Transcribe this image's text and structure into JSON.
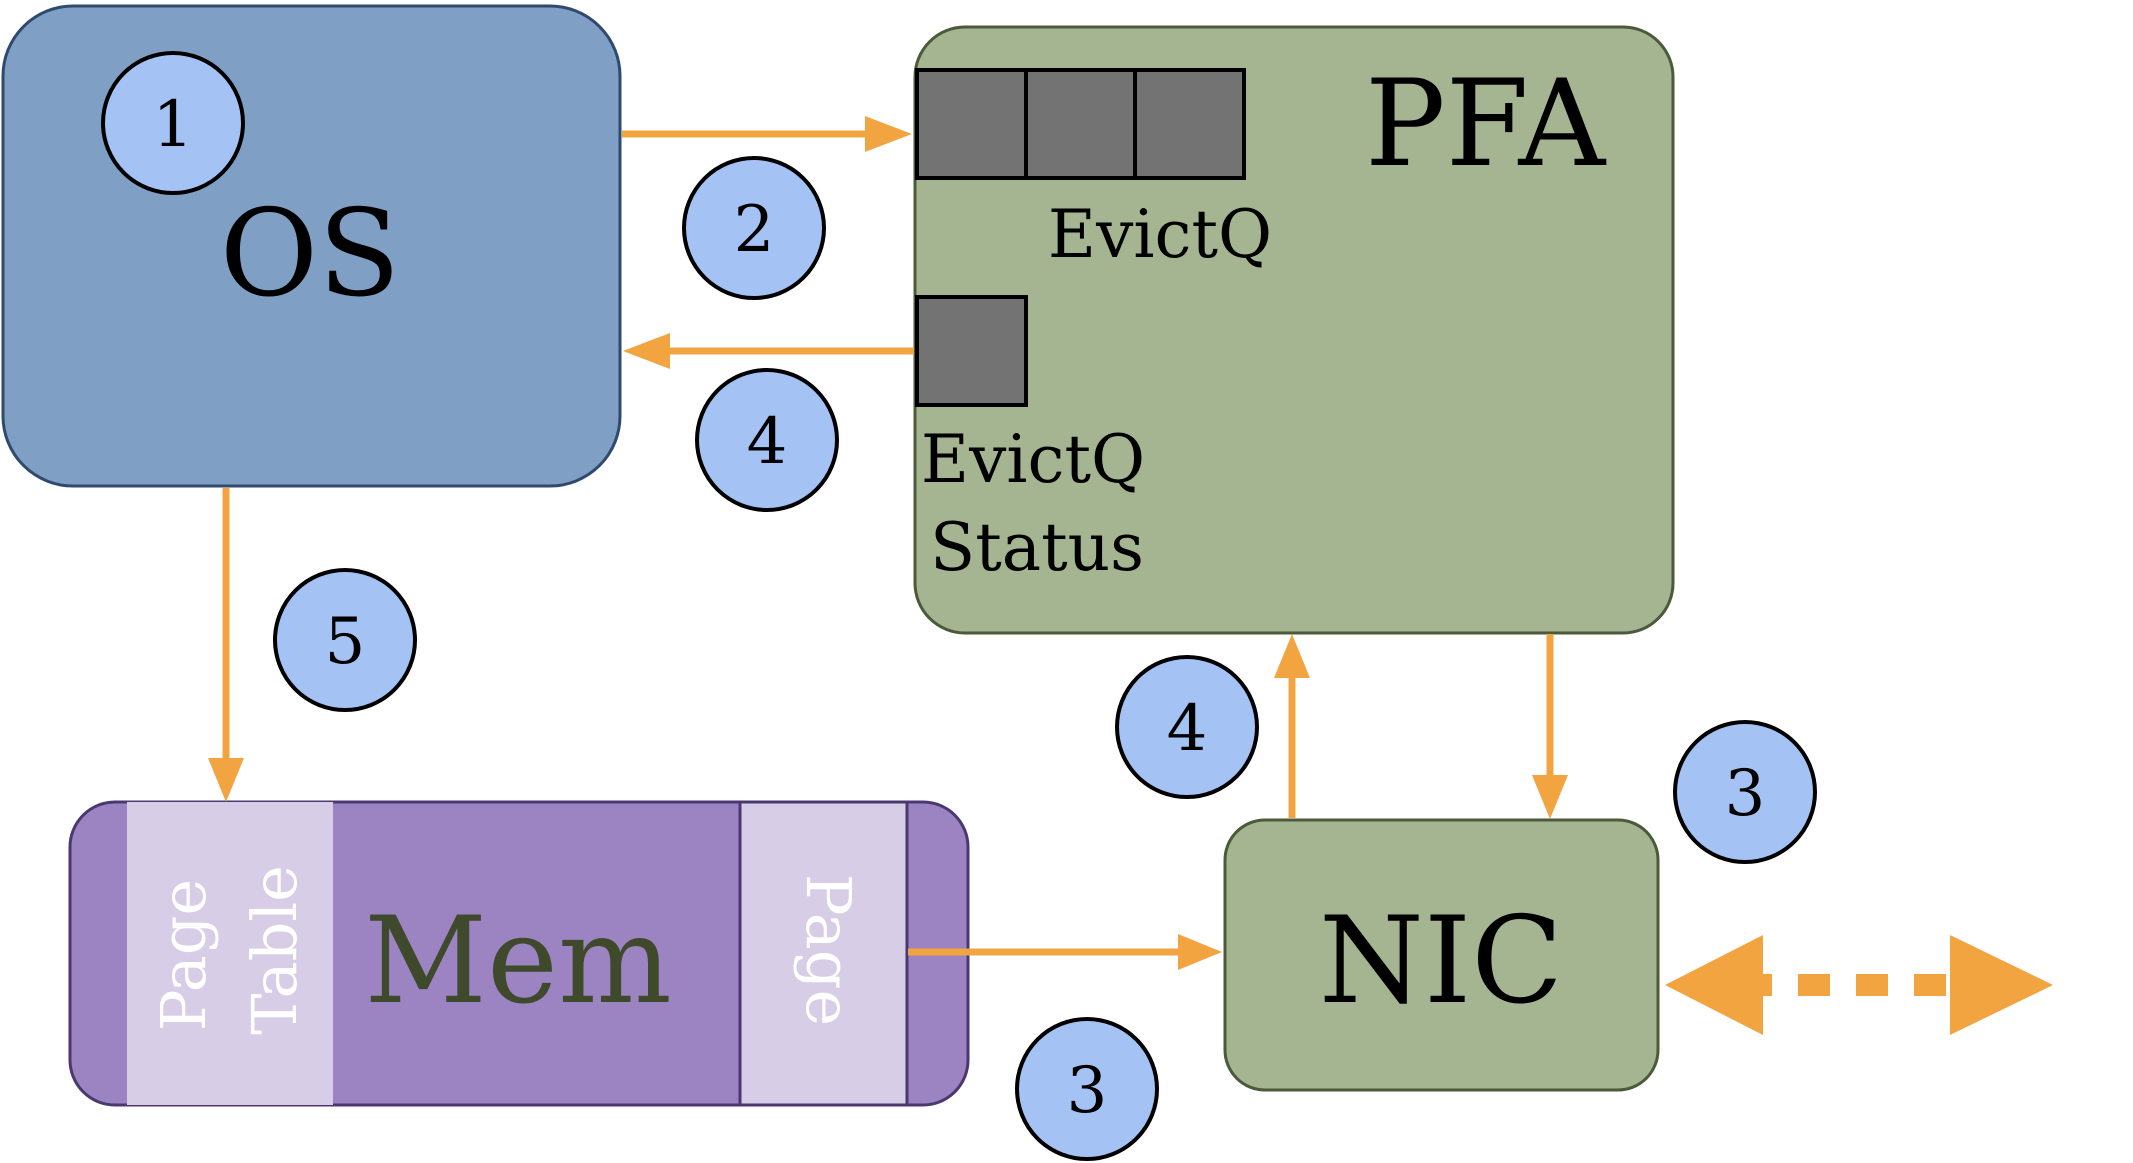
{
  "colors": {
    "os_fill": "#7f9fc4",
    "os_stroke": "#2f4a6e",
    "pfa_fill": "#a5b592",
    "pfa_stroke": "#4a5a3a",
    "nic_fill": "#a5b592",
    "mem_fill": "#9b84c1",
    "mem_stroke": "#4a3870",
    "mem_light": "#d7cde6",
    "queue_slot": "#737373",
    "arrow": "#f2a441",
    "step_fill": "#a4c2f4",
    "step_stroke": "#000000"
  },
  "blocks": {
    "os": {
      "label": "OS"
    },
    "pfa": {
      "label": "PFA"
    },
    "nic": {
      "label": "NIC"
    },
    "mem": {
      "label": "Mem",
      "page_table_line1": "Page",
      "page_table_line2": "Table",
      "page_label": "Page"
    }
  },
  "queues": {
    "evictq": {
      "label": "EvictQ",
      "slots": 3
    },
    "evictq_status": {
      "label_line1": "EvictQ",
      "label_line2": "Status",
      "slots": 1
    }
  },
  "steps": {
    "s1": "1",
    "s2": "2",
    "s3_nic": "3",
    "s3_mem": "3",
    "s4_os": "4",
    "s4_nic": "4",
    "s5": "5"
  }
}
